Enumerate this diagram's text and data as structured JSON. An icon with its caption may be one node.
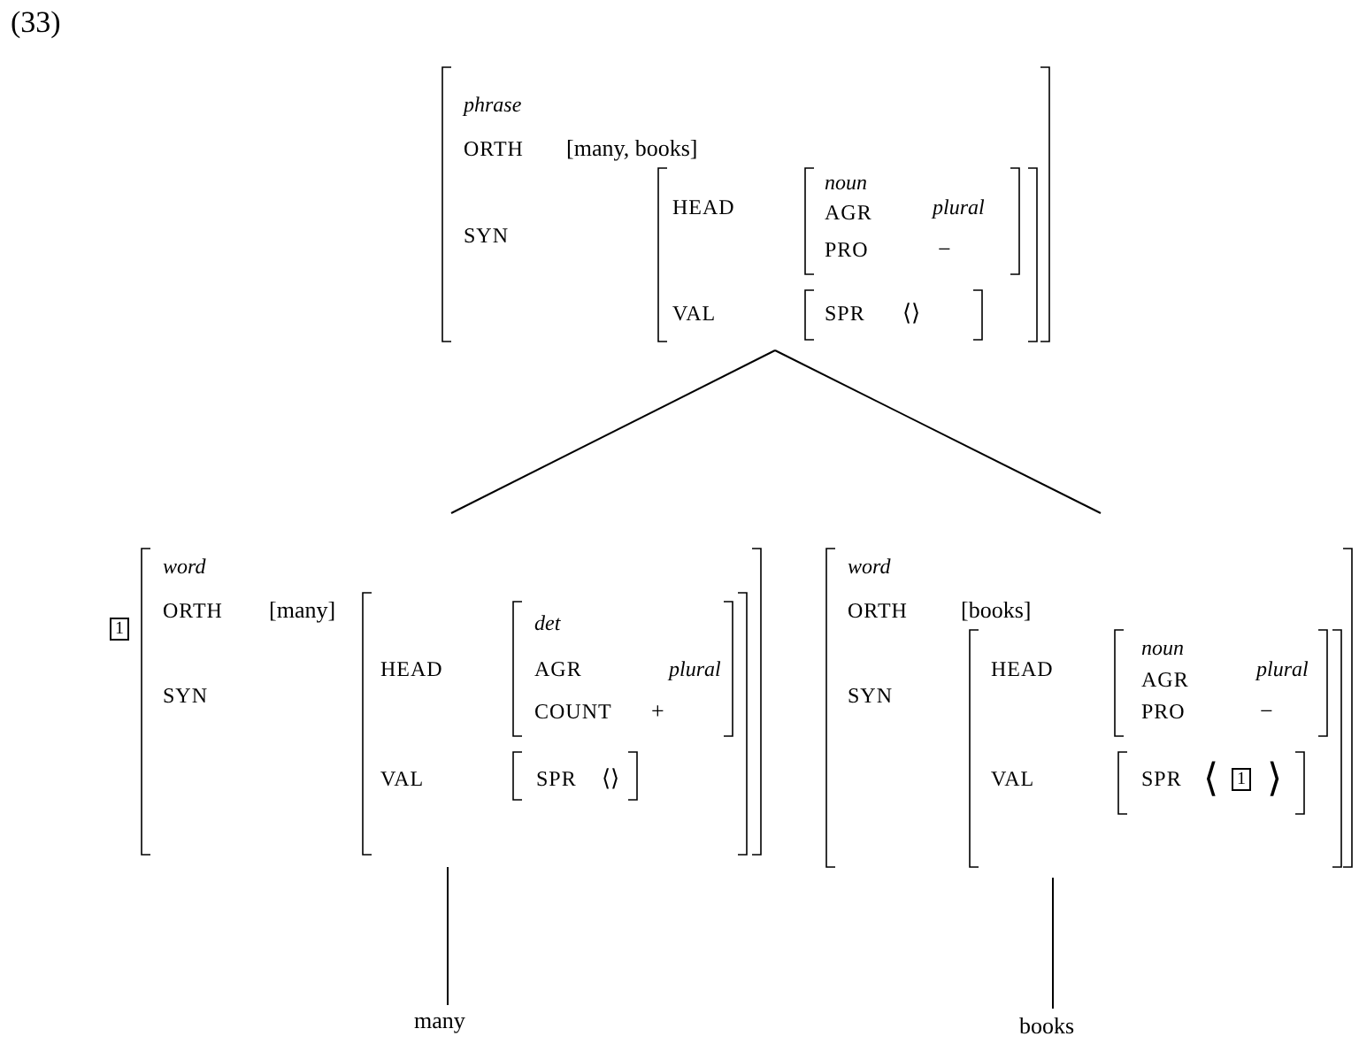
{
  "diagram": {
    "nodes": [
      {
        "text": [
          "phrase",
          "ORTH",
          "[many, books]",
          "SYN",
          "HEAD",
          "noun",
          "AGR",
          "plural",
          "PRO",
          "−",
          "VAL",
          "SPR",
          "⟨⟩"
        ]
      },
      {
        "text": [
          "1",
          "word",
          "ORTH",
          "[many]",
          "SYN",
          "HEAD",
          "det",
          "AGR",
          "plural",
          "COUNT",
          "+",
          "VAL",
          "SPR",
          "⟨⟩"
        ]
      },
      {
        "text": [
          "word",
          "ORTH",
          "[books]",
          "SYN",
          "HEAD",
          "noun",
          "AGR",
          "plural",
          "PRO",
          "−",
          "VAL",
          "SPR",
          "⟨",
          "1",
          "⟩"
        ]
      },
      {
        "text": [
          "many"
        ]
      },
      {
        "text": [
          "books"
        ]
      }
    ],
    "edges": [
      {
        "from": 0,
        "to": 1,
        "arrow": "none"
      },
      {
        "from": 0,
        "to": 2,
        "arrow": "none"
      },
      {
        "from": 1,
        "to": 3,
        "arrow": "none"
      },
      {
        "from": 2,
        "to": 4,
        "arrow": "none"
      }
    ],
    "labels": [
      "(33)"
    ]
  }
}
